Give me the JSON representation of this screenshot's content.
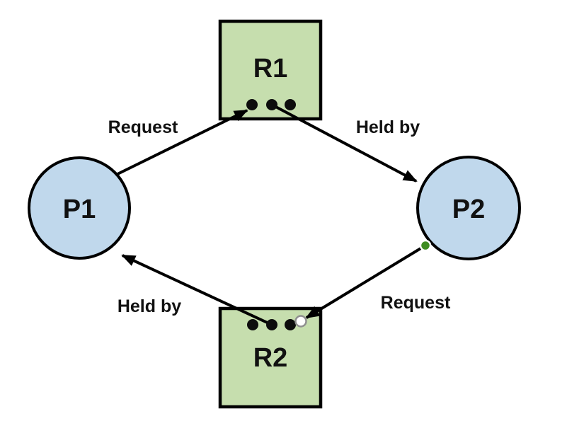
{
  "diagram": {
    "nodes": {
      "r1": {
        "label": "R1",
        "type": "resource",
        "instance_dots": 3
      },
      "r2": {
        "label": "R2",
        "type": "resource",
        "instance_dots": 3
      },
      "p1": {
        "label": "P1",
        "type": "process"
      },
      "p2": {
        "label": "P2",
        "type": "process"
      }
    },
    "edges": [
      {
        "label": "Request",
        "from": "P1",
        "to": "R1"
      },
      {
        "label": "Held by",
        "from": "R1",
        "to": "P2"
      },
      {
        "label": "Request",
        "from": "P2",
        "to": "R2"
      },
      {
        "label": "Held by",
        "from": "R2",
        "to": "P1"
      }
    ],
    "colors": {
      "resource_fill": "#c6deae",
      "process_fill": "#c0d8ec",
      "outline": "#000000",
      "instance_dot": "#0d0d0d",
      "request_point_fill": "#ffffff",
      "request_point_ring": "#8f8f8f",
      "grant_point_fill": "#3e8c21",
      "grant_point_ring": "#ffffff",
      "label_text": "#111111"
    }
  }
}
